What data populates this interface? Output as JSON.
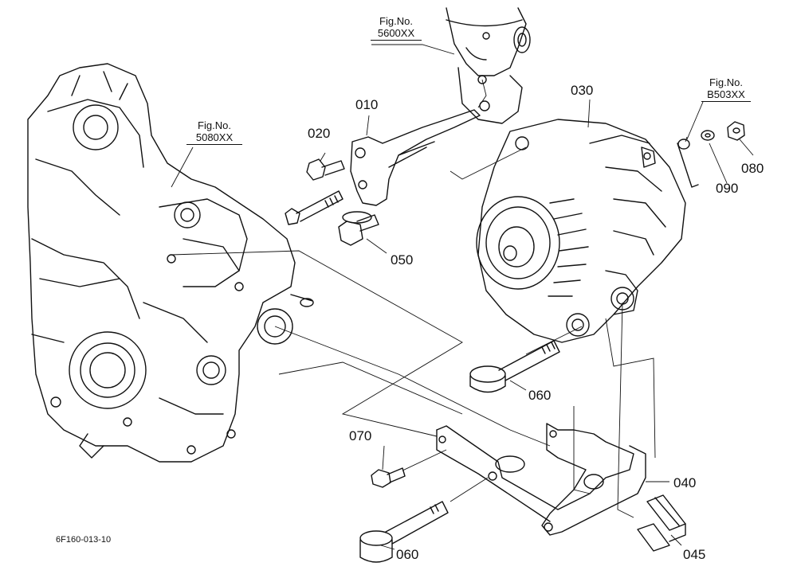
{
  "diagram": {
    "drawing_code": "6F160-013-10",
    "parts": [
      {
        "id": "part-010",
        "number": "010"
      },
      {
        "id": "part-020",
        "number": "020"
      },
      {
        "id": "part-030",
        "number": "030"
      },
      {
        "id": "part-040",
        "number": "040"
      },
      {
        "id": "part-045",
        "number": "045"
      },
      {
        "id": "part-050",
        "number": "050"
      },
      {
        "id": "part-060a",
        "number": "060"
      },
      {
        "id": "part-060b",
        "number": "060"
      },
      {
        "id": "part-070",
        "number": "070"
      },
      {
        "id": "part-080",
        "number": "080"
      },
      {
        "id": "part-090",
        "number": "090"
      }
    ],
    "figure_refs": [
      {
        "label": "Fig.No.",
        "number": "5600XX"
      },
      {
        "label": "Fig.No.",
        "number": "5080XX"
      },
      {
        "label": "Fig.No.",
        "number": "B503XX"
      }
    ]
  }
}
